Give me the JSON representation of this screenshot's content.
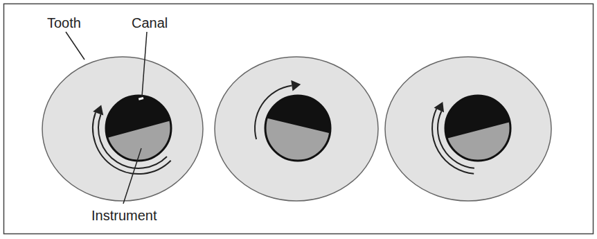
{
  "diagram": {
    "labels": [
      "Tooth",
      "Canal",
      "Instrument"
    ]
  }
}
